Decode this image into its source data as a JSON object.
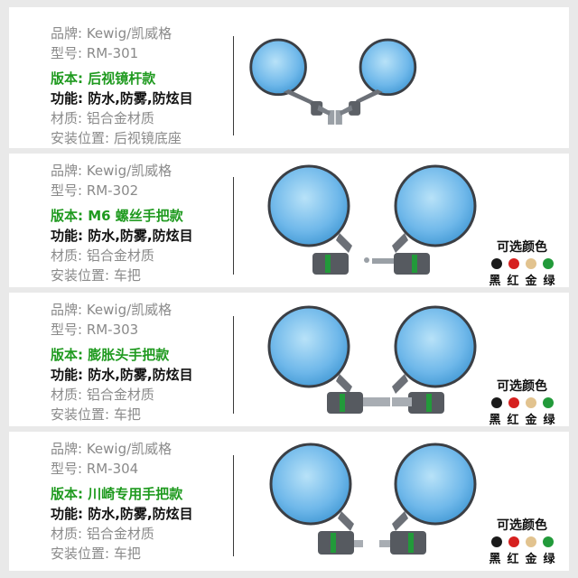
{
  "colors": {
    "black": "#1a1a1a",
    "red": "#d6201f",
    "gold": "#e2c38f",
    "green": "#229a3a",
    "version_green": "#1f9a1f",
    "mirror_blue": "#6fb8ea"
  },
  "products": [
    {
      "brand": "品牌: Kewig/凯威格",
      "model": "型号: RM-301",
      "version": "版本: 后视镜杆款",
      "function": "功能: 防水,防雾,防炫目",
      "material": "材质: 铝合金材质",
      "mount": "安装位置: 后视镜底座",
      "mirror_icon": "stem-mirror-pair"
    },
    {
      "brand": "品牌: Kewig/凯威格",
      "model": "型号: RM-302",
      "version": "版本: M6 螺丝手把款",
      "function": "功能: 防水,防雾,防炫目",
      "material": "材质: 铝合金材质",
      "mount": "安装位置: 车把",
      "mirror_icon": "bar-end-mirror-pair",
      "color_options": {
        "title": "可选颜色",
        "labels": [
          "黑",
          "红",
          "金",
          "绿"
        ]
      }
    },
    {
      "brand": "品牌: Kewig/凯威格",
      "model": "型号: RM-303",
      "version": "版本: 膨胀头手把款",
      "function": "功能: 防水,防雾,防炫目",
      "material": "材质: 铝合金材质",
      "mount": "安装位置: 车把",
      "mirror_icon": "expansion-bar-end-mirror-pair",
      "color_options": {
        "title": "可选颜色",
        "labels": [
          "黑",
          "红",
          "金",
          "绿"
        ]
      }
    },
    {
      "brand": "品牌: Kewig/凯威格",
      "model": "型号: RM-304",
      "version": "版本: 川崎专用手把款",
      "function": "功能: 防水,防雾,防炫目",
      "material": "材质: 铝合金材质",
      "mount": "安装位置: 车把",
      "mirror_icon": "kawasaki-bar-end-mirror-pair",
      "color_options": {
        "title": "可选颜色",
        "labels": [
          "黑",
          "红",
          "金",
          "绿"
        ]
      }
    }
  ]
}
